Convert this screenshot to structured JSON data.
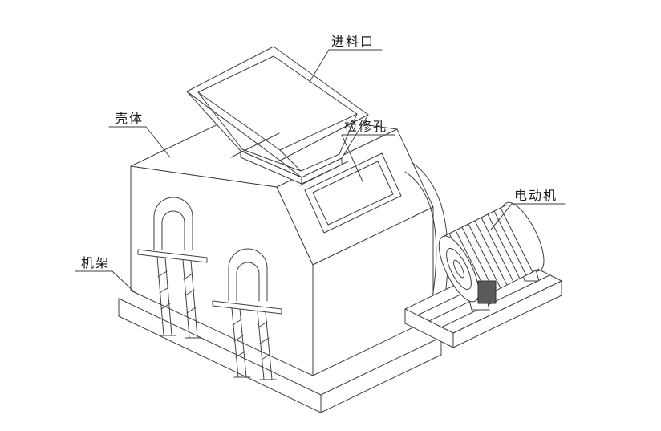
{
  "diagram": {
    "type": "isometric-technical-drawing",
    "background": "#ffffff",
    "line_color": "#3f3f3f",
    "labels": [
      {
        "part": "housing",
        "text": "壳体"
      },
      {
        "part": "feed-inlet",
        "text": "进料口"
      },
      {
        "part": "inspection-hole",
        "text": "检修孔"
      },
      {
        "part": "motor",
        "text": "电动机"
      },
      {
        "part": "frame",
        "text": "机架"
      }
    ]
  }
}
